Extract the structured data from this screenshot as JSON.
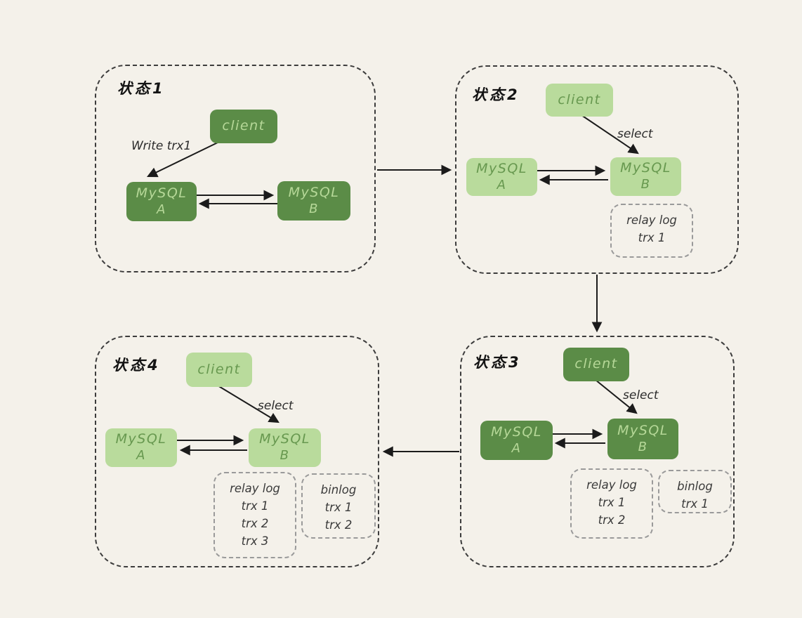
{
  "colors": {
    "background": "#f4f1ea",
    "dark_green": "#5b8c47",
    "dark_green_text": "#b6d898",
    "light_green": "#b9db9c",
    "light_green_text": "#67984f",
    "panel_border": "#3c3c3c",
    "log_border": "#9a9a9a",
    "arrow": "#1b1b1b",
    "label_text": "#2b2b2b"
  },
  "panels": {
    "s1": {
      "title": "状态1",
      "client_label": "client",
      "arrow_label": "Write trx1",
      "node_a": {
        "name": "MySQL",
        "id": "A"
      },
      "node_b": {
        "name": "MySQL",
        "id": "B"
      }
    },
    "s2": {
      "title": "状态2",
      "client_label": "client",
      "arrow_label": "select",
      "node_a": {
        "name": "MySQL",
        "id": "A"
      },
      "node_b": {
        "name": "MySQL",
        "id": "B"
      },
      "relay_log": {
        "title": "relay log",
        "entries": [
          "trx 1"
        ]
      }
    },
    "s3": {
      "title": "状态3",
      "client_label": "client",
      "arrow_label": "select",
      "node_a": {
        "name": "MySQL",
        "id": "A"
      },
      "node_b": {
        "name": "MySQL",
        "id": "B"
      },
      "relay_log": {
        "title": "relay log",
        "entries": [
          "trx 1",
          "trx 2"
        ]
      },
      "binlog": {
        "title": "binlog",
        "entries": [
          "trx 1"
        ]
      }
    },
    "s4": {
      "title": "状态4",
      "client_label": "client",
      "arrow_label": "select",
      "node_a": {
        "name": "MySQL",
        "id": "A"
      },
      "node_b": {
        "name": "MySQL",
        "id": "B"
      },
      "relay_log": {
        "title": "relay log",
        "entries": [
          "trx 1",
          "trx 2",
          "trx 3"
        ]
      },
      "binlog": {
        "title": "binlog",
        "entries": [
          "trx 1",
          "trx 2"
        ]
      }
    }
  }
}
